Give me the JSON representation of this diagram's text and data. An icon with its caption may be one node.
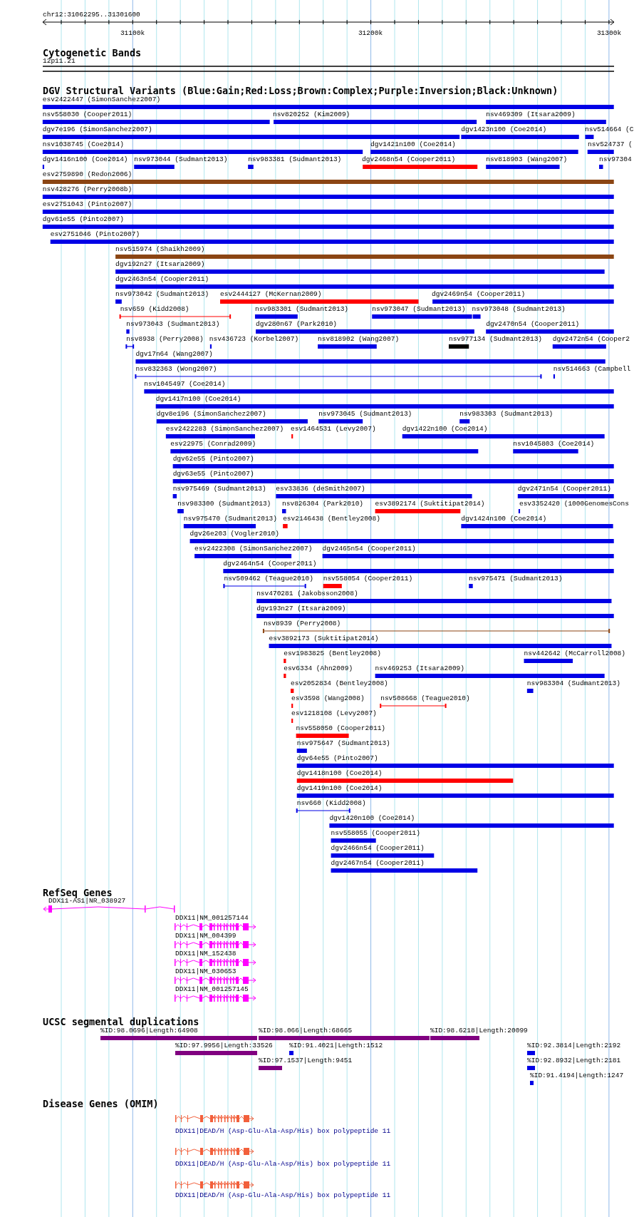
{
  "diagram": {
    "labels": [
      "chr12:31062295..31301600",
      "31100k",
      "31200k",
      "31300k",
      "Cytogenetic Bands",
      "12p11.21",
      "DGV Structural Variants (Blue:Gain;Red:Loss;Brown:Complex;Purple:Inversion;Black:Unknown)",
      "esv2422447 (SimonSanchez2007)",
      "nsv558030 (Cooper2011)",
      "nsv820252 (Kim2009)",
      "nsv469309 (Itsara2009)",
      "dgv7e196 (SimonSanchez2007)",
      "dgv1423n100 (Coe2014)",
      "nsv514664 (C",
      "nsv1038745 (Coe2014)",
      "dgv1421n100 (Coe2014)",
      "nsv524737 (",
      "dgv1416n100 (Coe2014)",
      "nsv973044 (Sudmant2013)",
      "nsv983381 (Sudmant2013)",
      "dgv2468n54 (Cooper2011)",
      "nsv818903 (Wang2007)",
      "nsv97304",
      "esv2759890 (Redon2006)",
      "nsv428276 (Perry2008b)",
      "esv2751043 (Pinto2007)",
      "dgv61e55 (Pinto2007)",
      "esv2751046 (Pinto2007)",
      "nsv515974 (Shaikh2009)",
      "dgv192n27 (Itsara2009)",
      "dgv2463n54 (Cooper2011)",
      "nsv973042 (Sudmant2013)",
      "esv2444127 (McKernan2009)",
      "dgv2469n54 (Cooper2011)",
      "nsv659 (Kidd2008)",
      "nsv983301 (Sudmant2013)",
      "nsv973047 (Sudmant2013)",
      "nsv973048 (Sudmant2013)",
      "nsv973043 (Sudmant2013)",
      "dgv280n67 (Park2010)",
      "dgv2470n54 (Cooper2011)",
      "nsv8938 (Perry2008)",
      "nsv436723 (Korbel2007)",
      "nsv818902 (Wang2007)",
      "nsv977134 (Sudmant2013)",
      "dgv2472n54 (Cooper2",
      "dgv17n64 (Wang2007)",
      "nsv832363 (Wong2007)",
      "nsv514663 (Campbell",
      "nsv1045497 (Coe2014)",
      "dgv1417n100 (Coe2014)",
      "dgv8e196 (SimonSanchez2007)",
      "nsv973045 (Sudmant2013)",
      "nsv983303 (Sudmant2013)",
      "esv2422283 (SimonSanchez2007)",
      "esv1464531 (Levy2007)",
      "dgv1422n100 (Coe2014)",
      "esv22975 (Conrad2009)",
      "nsv1045803 (Coe2014)",
      "dgv62e55 (Pinto2007)",
      "dgv63e55 (Pinto2007)",
      "nsv975469 (Sudmant2013)",
      "esv33836 (deSmith2007)",
      "dgv2471n54 (Cooper2011)",
      "nsv983300 (Sudmant2013)",
      "nsv826304 (Park2010)",
      "esv3892174 (Suktitipat2014)",
      "esv3352420 (1000GenomesCons",
      "nsv975470 (Sudmant2013)",
      "esv2146438 (Bentley2008)",
      "dgv1424n100 (Coe2014)",
      "dgv26e203 (Vogler2010)",
      "esv2422308 (SimonSanchez2007)",
      "dgv2465n54 (Cooper2011)",
      "dgv2464n54 (Cooper2011)",
      "nsv509462 (Teague2010)",
      "nsv558054 (Cooper2011)",
      "nsv975471 (Sudmant2013)",
      "nsv470281 (Jakobsson2008)",
      "dgv193n27 (Itsara2009)",
      "nsv8939 (Perry2008)",
      "esv3892173 (Suktitipat2014)",
      "esv1983825 (Bentley2008)",
      "nsv442642 (McCarroll2008)",
      "esv6334 (Ahn2009)",
      "nsv469253 (Itsara2009)",
      "esv2052834 (Bentley2008)",
      "nsv983304 (Sudmant2013)",
      "esv3598 (Wang2008)",
      "nsv508668 (Teague2010)",
      "esv1218108 (Levy2007)",
      "nsv558050 (Cooper2011)",
      "nsv975647 (Sudmant2013)",
      "dgv64e55 (Pinto2007)",
      "dgv1418n100 (Coe2014)",
      "dgv1419n100 (Coe2014)",
      "nsv660 (Kidd2008)",
      "dgv1420n100 (Coe2014)",
      "nsv558055 (Cooper2011)",
      "dgv2466n54 (Cooper2011)",
      "dgv2467n54 (Cooper2011)",
      "RefSeq Genes",
      "DDX11-AS1|NR_038927",
      "DDX11|NM_001257144",
      "DDX11|NM_004399",
      "DDX11|NM_152438",
      "DDX11|NM_030653",
      "DDX11|NM_001257145",
      "UCSC segmental duplications",
      "%ID:98.0696|Length:64908",
      "%ID:98.066|Length:68665",
      "%ID:98.6218|Length:20099",
      "%ID:97.9956|Length:33526",
      "%ID:91.4021|Length:1512",
      "%ID:92.3814|Length:2192",
      "%ID:97.1537|Length:9451",
      "%ID:92.8932|Length:2181",
      "%ID:91.4194|Length:1247",
      "Disease Genes (OMIM)",
      "DDX11|DEAD/H (Asp-Glu-Ala-Asp/His) box polypeptide 11",
      "DDX11|DEAD/H (Asp-Glu-Ala-Asp/His) box polypeptide 11",
      "DDX11|DEAD/H (Asp-Glu-Ala-Asp/His) box polypeptide 11"
    ]
  }
}
